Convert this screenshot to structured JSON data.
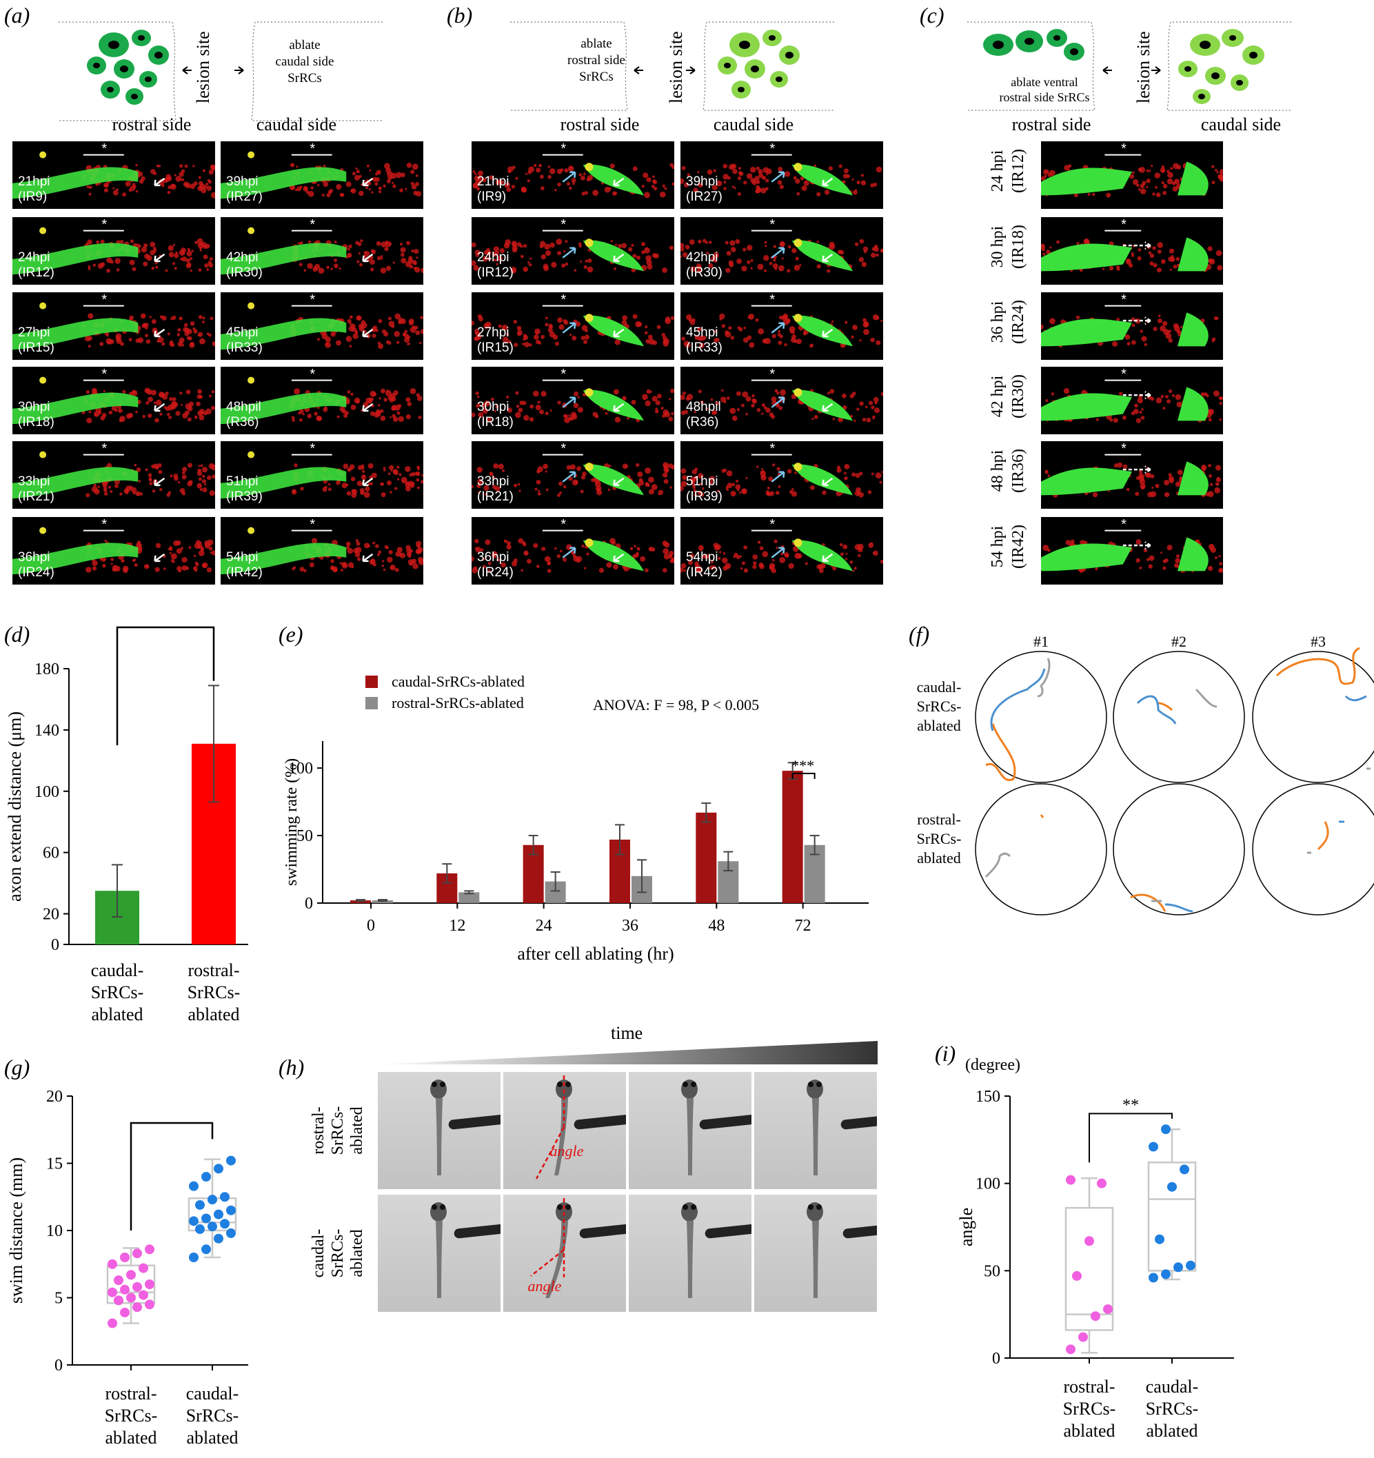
{
  "panel_letters": {
    "a": "(a)",
    "b": "(b)",
    "c": "(c)",
    "d": "(d)",
    "e": "(e)",
    "f": "(f)",
    "g": "(g)",
    "h": "(h)",
    "i": "(i)"
  },
  "schematics": {
    "a": {
      "middle": "lesion site",
      "right": "ablate\ncaudal side\nSrRCs",
      "rostral": "rostral side",
      "caudal": "caudal side"
    },
    "b": {
      "left": "ablate\nrostral side\nSrRCs",
      "middle": "lesion site",
      "rostral": "rostral side",
      "caudal": "caudal side"
    },
    "c": {
      "left": "ablate ventral\nrostral side SrRCs",
      "middle": "lesion site",
      "rostral": "rostral side",
      "caudal": "caudal side"
    }
  },
  "micro_a_left": [
    "21hpi\n(IR9)",
    "24hpi\n(IR12)",
    "27hpi\n(IR15)",
    "30hpi\n(IR18)",
    "33hpi\n(IR21)",
    "36hpi\n(IR24)"
  ],
  "micro_a_right": [
    "39hpi\n(IR27)",
    "42hpi\n(IR30)",
    "45hpi\n(IR33)",
    "48hpil\n(R36)",
    "51hpi\n(IR39)",
    "54hpi\n(IR42)"
  ],
  "micro_b_left": [
    "21hpi\n(IR9)",
    "24hpi\n(IR12)",
    "27hpi\n(IR15)",
    "30hpi\n(IR18)",
    "33hpi\n(IR21)",
    "36hpi\n(IR24)"
  ],
  "micro_b_right": [
    "39hpi\n(IR27)",
    "42hpi\n(IR30)",
    "45hpi\n(IR33)",
    "48hpil\n(R36)",
    "51hpi\n(IR39)",
    "54hpi\n(IR42)"
  ],
  "micro_c": [
    "24 hpi\n(IR12)",
    "30 hpi\n(IR18)",
    "36 hpi\n(IR24)",
    "42 hpi\n(IR30)",
    "48 hpi\n(IR36)",
    "54 hpi\n(IR42)"
  ],
  "asterisk": "*",
  "panel_f": {
    "cols": [
      "#1",
      "#2",
      "#3"
    ],
    "rows": [
      "caudal-\nSrRCs-\nablated",
      "rostral-\nSrRCs-\nablated"
    ]
  },
  "panel_h": {
    "time_label": "time",
    "rows": [
      "rostral-\nSrRCs-\nablated",
      "caudal-\nSrRCs-\nablated"
    ],
    "angle_label": "angle"
  },
  "colors": {
    "green_bar": "#2e9e2e",
    "red_bar": "#ff0000",
    "dark_red": "#a31212",
    "gray": "#8c8c8c",
    "magenta": "#f060e0",
    "blue": "#1f7fe0",
    "track_orange": "#f08020",
    "track_blue": "#4a90d0",
    "track_gray": "#a0a0a0",
    "cell_dark": "#1aa84a",
    "cell_light": "#8cd64a"
  },
  "chart_data": [
    {
      "id": "d",
      "type": "bar",
      "categories": [
        "caudal-\nSrRCs-\nablated",
        "rostral-\nSrRCs-\nablated"
      ],
      "values": [
        35,
        131
      ],
      "errors": [
        17,
        38
      ],
      "ylabel": "axon extend distance (μm)",
      "yticks": [
        0,
        20,
        60,
        100,
        140,
        180
      ],
      "ylim": [
        0,
        180
      ]
    },
    {
      "id": "e",
      "type": "bar",
      "categories": [
        "0",
        "12",
        "24",
        "36",
        "48",
        "72"
      ],
      "series": [
        {
          "name": "caudal-SrRCs-ablated",
          "values": [
            2,
            22,
            43,
            47,
            67,
            98
          ],
          "errors": [
            0.5,
            7,
            7,
            11,
            7,
            6
          ]
        },
        {
          "name": "rostral-SrRCs-ablated",
          "values": [
            2,
            8,
            16,
            20,
            31,
            43
          ],
          "errors": [
            0.5,
            1,
            7,
            12,
            7,
            7
          ]
        }
      ],
      "annotation": "ANOVA: F = 98, P < 0.005",
      "significance": "***",
      "xlabel": "after cell ablating (hr)",
      "ylabel": "swimming rate (%)",
      "yticks": [
        0,
        50,
        100
      ],
      "ylim": [
        0,
        120
      ]
    },
    {
      "id": "g",
      "type": "scatter",
      "categories": [
        "rostral-\nSrRCs-\nablated",
        "caudal-\nSrRCs-\nablated"
      ],
      "points": [
        [
          3.1,
          3.9,
          4.3,
          4.5,
          4.8,
          5.0,
          5.2,
          5.4,
          5.6,
          5.8,
          6.0,
          6.3,
          6.7,
          7.2,
          7.5,
          8.0,
          8.3,
          8.6
        ],
        [
          8.0,
          8.6,
          9.4,
          9.8,
          10.1,
          10.3,
          10.5,
          10.7,
          10.9,
          11.2,
          11.5,
          11.9,
          12.3,
          12.5,
          13.3,
          14.0,
          14.6,
          15.2
        ]
      ],
      "box": [
        {
          "min": 3.1,
          "q1": 4.6,
          "median": 5.4,
          "q3": 7.4,
          "max": 8.7
        },
        {
          "min": 8.0,
          "q1": 10.0,
          "median": 10.6,
          "q3": 12.4,
          "max": 15.3
        }
      ],
      "ylabel": "swim distance (mm)",
      "yticks": [
        0,
        5,
        10,
        15,
        20
      ],
      "ylim": [
        0,
        20
      ]
    },
    {
      "id": "i",
      "type": "scatter",
      "categories": [
        "rostral-\nSrRCs-\nablated",
        "caudal-\nSrRCs-\nablated"
      ],
      "points": [
        [
          5,
          12,
          24,
          28,
          47,
          67,
          100,
          102
        ],
        [
          46,
          48,
          52,
          53,
          68,
          98,
          108,
          121,
          131
        ]
      ],
      "box": [
        {
          "min": 3,
          "q1": 16,
          "median": 25,
          "q3": 86,
          "max": 103
        },
        {
          "min": 45,
          "q1": 50,
          "median": 91,
          "q3": 112,
          "max": 131
        }
      ],
      "unit": "(degree)",
      "significance": "**",
      "ylabel": "angle",
      "yticks": [
        0,
        50,
        100,
        150
      ],
      "ylim": [
        0,
        150
      ]
    }
  ]
}
